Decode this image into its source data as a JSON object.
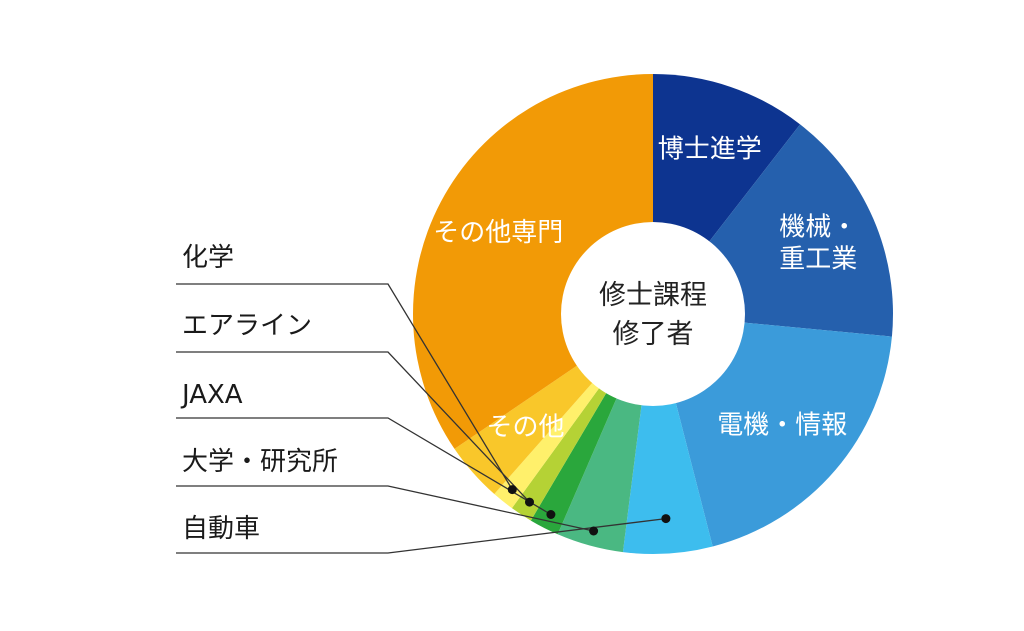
{
  "chart_data": {
    "type": "pie",
    "style": "donut",
    "center_label": [
      "修士課程",
      "修了者"
    ],
    "label_color_inside": "#ffffff",
    "slices": [
      {
        "label": "博士進学",
        "lines": [
          "博士進学"
        ],
        "value": 10.5,
        "color": "#0d3490",
        "label_position": "inside"
      },
      {
        "label": "機械・重工業",
        "lines": [
          "機械・",
          "重工業"
        ],
        "value": 16.0,
        "color": "#2560ad",
        "label_position": "inside"
      },
      {
        "label": "電機・情報",
        "lines": [
          "電機・情報"
        ],
        "value": 19.5,
        "color": "#3b9bda",
        "label_position": "inside"
      },
      {
        "label": "自動車",
        "lines": [
          "自動車"
        ],
        "value": 6.0,
        "color": "#3dbdee",
        "label_position": "outside"
      },
      {
        "label": "大学・研究所",
        "lines": [
          "大学・研究所"
        ],
        "value": 4.5,
        "color": "#4ab882",
        "label_position": "outside"
      },
      {
        "label": "JAXA",
        "lines": [
          "JAXA"
        ],
        "value": 2.0,
        "color": "#2aa73c",
        "label_position": "outside"
      },
      {
        "label": "エアライン",
        "lines": [
          "エアライン"
        ],
        "value": 1.5,
        "color": "#b5d235",
        "label_position": "outside"
      },
      {
        "label": "化学",
        "lines": [
          "化学"
        ],
        "value": 1.5,
        "color": "#fff06b",
        "label_position": "outside"
      },
      {
        "label": "その他",
        "lines": [
          "その他"
        ],
        "value": 4.0,
        "color": "#f9c72a",
        "label_position": "inside",
        "label_color": "#222222"
      },
      {
        "label": "その他専門",
        "lines": [
          "その他専門"
        ],
        "value": 34.5,
        "color": "#f29a06",
        "label_position": "inside"
      }
    ]
  }
}
